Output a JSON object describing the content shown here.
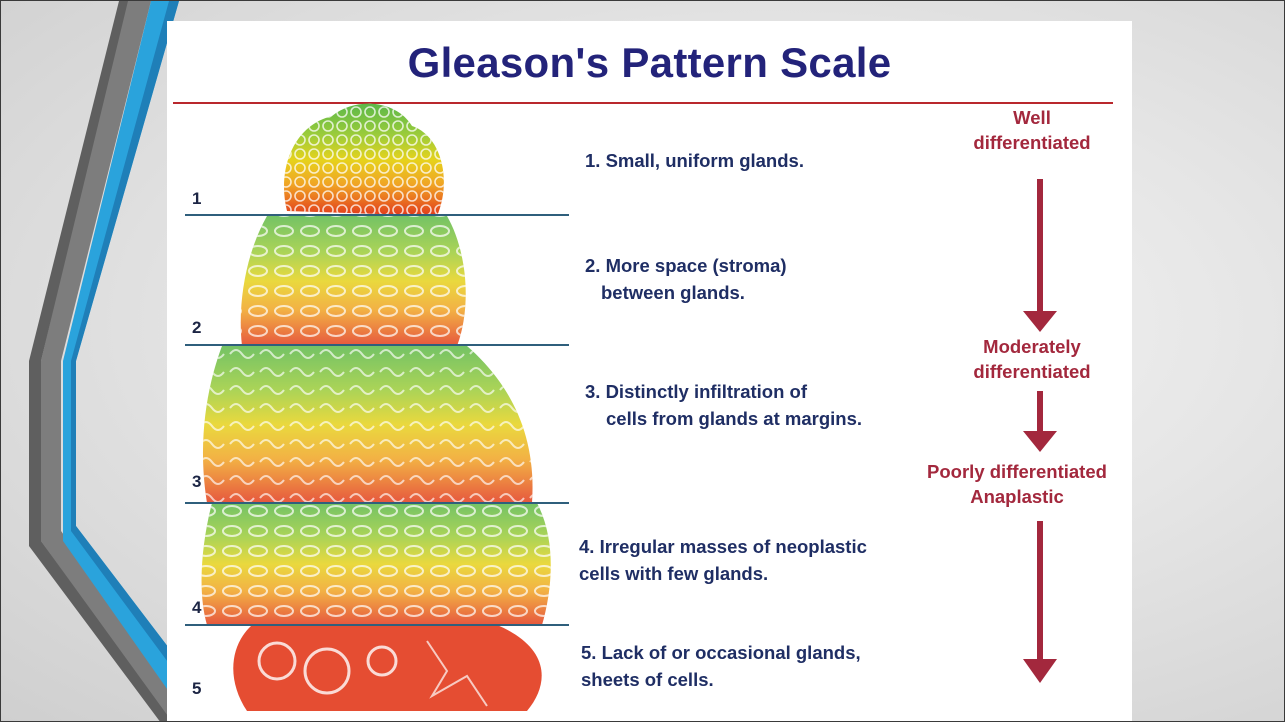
{
  "title": "Gleason's Pattern Scale",
  "levels": [
    "1",
    "2",
    "3",
    "4",
    "5"
  ],
  "descriptions": [
    {
      "line1": "1. Small, uniform glands.",
      "line2": ""
    },
    {
      "line1": "2. More space (stroma)",
      "line2": "between glands."
    },
    {
      "line1": "3. Distinctly infiltration of",
      "line2": "cells from glands at margins."
    },
    {
      "line1": "4. Irregular masses of neoplastic",
      "line2": "cells with few glands."
    },
    {
      "line1": "5. Lack of or occasional glands,",
      "line2": "sheets of cells."
    }
  ],
  "differentiation": {
    "well": [
      "Well",
      "differentiated"
    ],
    "moderate": [
      "Moderately",
      "differentiated"
    ],
    "poor": [
      "Poorly differentiated",
      "Anaplastic"
    ]
  },
  "colors": {
    "title": "#23237a",
    "title_rule": "#b9282d",
    "level_line": "#2f5f7c",
    "description_text": "#1f2e64",
    "differentiation_text": "#a3283d",
    "pattern_gradient": [
      "#5cb84a",
      "#9ccc3a",
      "#e6d21c",
      "#f0a424",
      "#e23a1c"
    ],
    "deco_gray": "#8a8a8a",
    "deco_blue": "#2aa3dc"
  }
}
